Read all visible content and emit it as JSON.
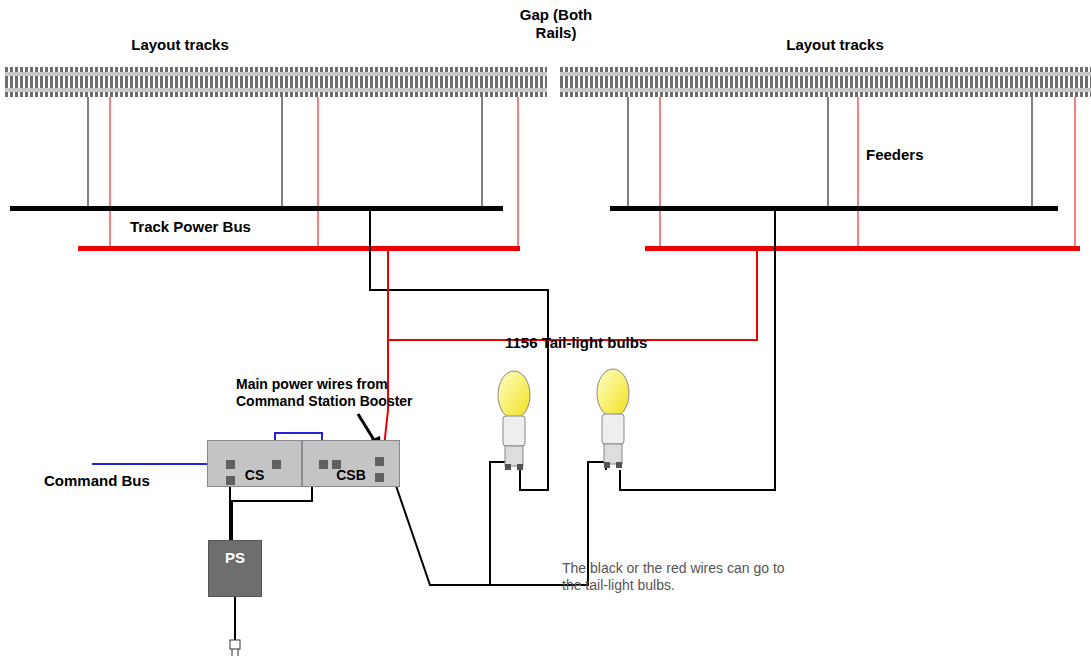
{
  "diagram": {
    "nodes": [
      {
        "text": [
          "CS"
        ]
      },
      {
        "text": [
          "CSB"
        ]
      },
      {
        "text": [
          "PS"
        ]
      }
    ],
    "edges": [
      {
        "from": 0,
        "to": 1,
        "arrow": "none"
      },
      {
        "from": 2,
        "to": 0,
        "arrow": "none"
      },
      {
        "from": 2,
        "to": 1,
        "arrow": "none"
      }
    ],
    "labels": [
      "Layout tracks",
      "Gap (Both Rails)",
      "Layout tracks",
      "Feeders",
      "Track Power Bus",
      "Main power wires from Command Station Booster",
      "1156 Tail-light bulbs",
      "Command Bus",
      "The black or the red wires can go to the tail-light bulbs."
    ]
  }
}
